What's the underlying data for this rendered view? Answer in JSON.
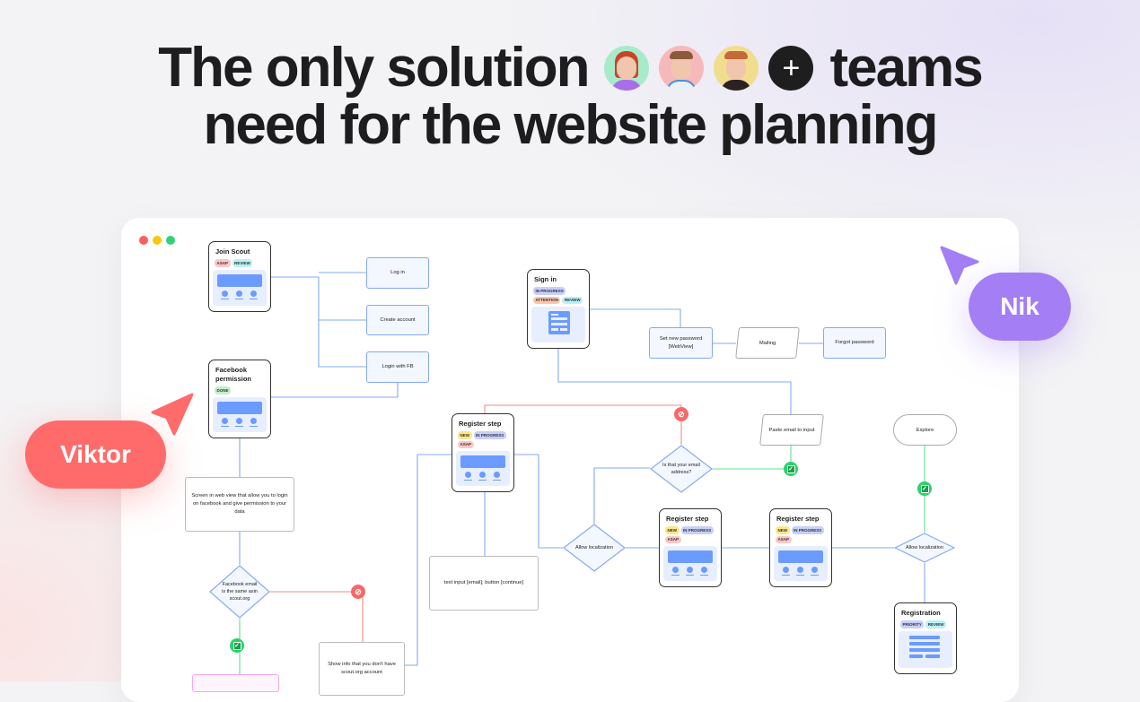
{
  "headline": {
    "line1_a": "The only solution",
    "line1_b": "teams",
    "line2": "need for the website planning",
    "plus_label": "+"
  },
  "colors": {
    "accent_blue": "#6b9bff",
    "viktor": "#ff6b6b",
    "nik": "#a47ef5",
    "ok": "#29d36a",
    "no": "#f46a6a"
  },
  "cursors": {
    "viktor": "Viktor",
    "nik": "Nik"
  },
  "flow": {
    "join_scout": {
      "title": "Join Scout",
      "tags": [
        "ASAP",
        "REVIEW"
      ]
    },
    "log_in": "Log in",
    "create_account": "Create account",
    "login_fb": "Login with FB",
    "fb_permission": {
      "title": "Facebook permission",
      "tags": [
        "DONE"
      ]
    },
    "webview": "Screen in web view that allow you to login on facebook and give permission to your data",
    "fb_email": "Facebook email is the same asin scout.org",
    "show_info": "Show info that you don't have scout.org account",
    "register1": {
      "title": "Register step",
      "tags": [
        "NEW",
        "IN PROGRESS",
        "ASAP"
      ]
    },
    "text_input": "text input [email]; button [continue]",
    "allow_loc1": "Allow localization",
    "register2": {
      "title": "Register step",
      "tags": [
        "NEW",
        "IN PROGRESS",
        "ASAP"
      ]
    },
    "register3": {
      "title": "Register step",
      "tags": [
        "NEW",
        "IN PROGRESS",
        "ASAP"
      ]
    },
    "allow_loc2": "Allow localization",
    "registration": {
      "title": "Registration",
      "tags": [
        "PRIORITY",
        "REVIEW"
      ]
    },
    "explore": "Explore",
    "is_email": "Is that your email address?",
    "paste_email": "Paste email to input",
    "sign_in": {
      "title": "Sign in",
      "tags": [
        "IN PROGRESS",
        "ATTENTION",
        "REVIEW"
      ]
    },
    "set_password": "Set new password [WebView]",
    "mailing": "Mailing",
    "forgot_password": "Forgot password"
  }
}
